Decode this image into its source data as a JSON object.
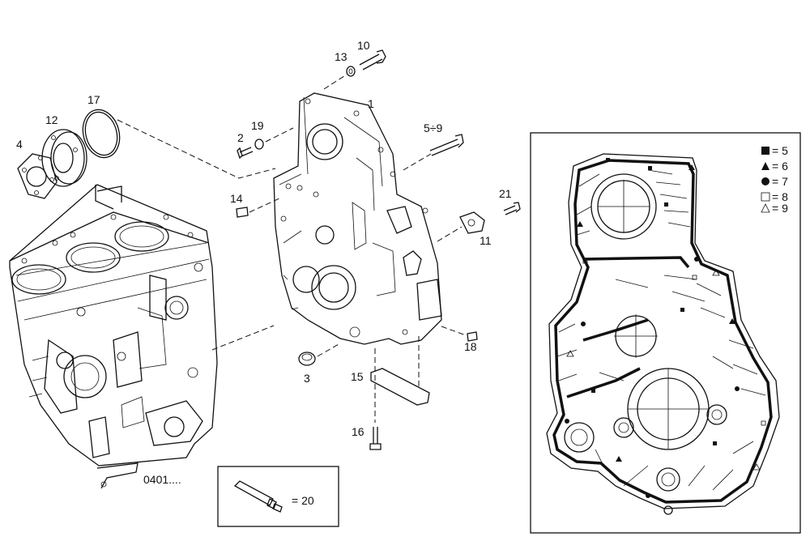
{
  "callouts": {
    "c1": "1",
    "c2": "2",
    "c3": "3",
    "c4": "4",
    "c5_9": "5÷9",
    "c10": "10",
    "c11": "11",
    "c12": "12",
    "c13": "13",
    "c14": "14",
    "c15": "15",
    "c16": "16",
    "c17": "17",
    "c18": "18",
    "c19": "19",
    "c21": "21",
    "ref": "0401...."
  },
  "sealant_box": {
    "label": "= 20"
  },
  "legend": {
    "items": [
      {
        "symbol": "filled-square",
        "label": "= 5"
      },
      {
        "symbol": "filled-triangle",
        "label": "= 6"
      },
      {
        "symbol": "filled-circle",
        "label": "= 7"
      },
      {
        "symbol": "open-square",
        "label": "= 8"
      },
      {
        "symbol": "open-triangle",
        "label": "= 9"
      }
    ]
  }
}
